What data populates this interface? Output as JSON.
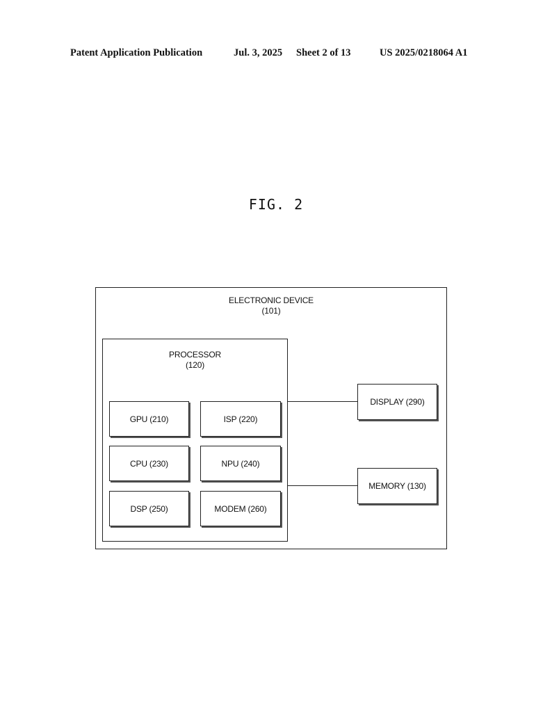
{
  "header": {
    "publication": "Patent Application Publication",
    "date": "Jul. 3, 2025",
    "sheet": "Sheet 2 of 13",
    "number": "US 2025/0218064 A1"
  },
  "figure": {
    "title": "FIG. 2"
  },
  "diagram": {
    "device": {
      "name": "ELECTRONIC DEVICE",
      "ref": "(101)"
    },
    "processor": {
      "name": "PROCESSOR",
      "ref": "(120)"
    },
    "units": {
      "gpu": "GPU (210)",
      "isp": "ISP (220)",
      "cpu": "CPU (230)",
      "npu": "NPU (240)",
      "dsp": "DSP (250)",
      "modem": "MODEM (260)"
    },
    "display": "DISPLAY (290)",
    "memory": "MEMORY (130)",
    "connections": [
      {
        "from": "processor",
        "to": "display"
      },
      {
        "from": "processor",
        "to": "memory"
      }
    ]
  }
}
